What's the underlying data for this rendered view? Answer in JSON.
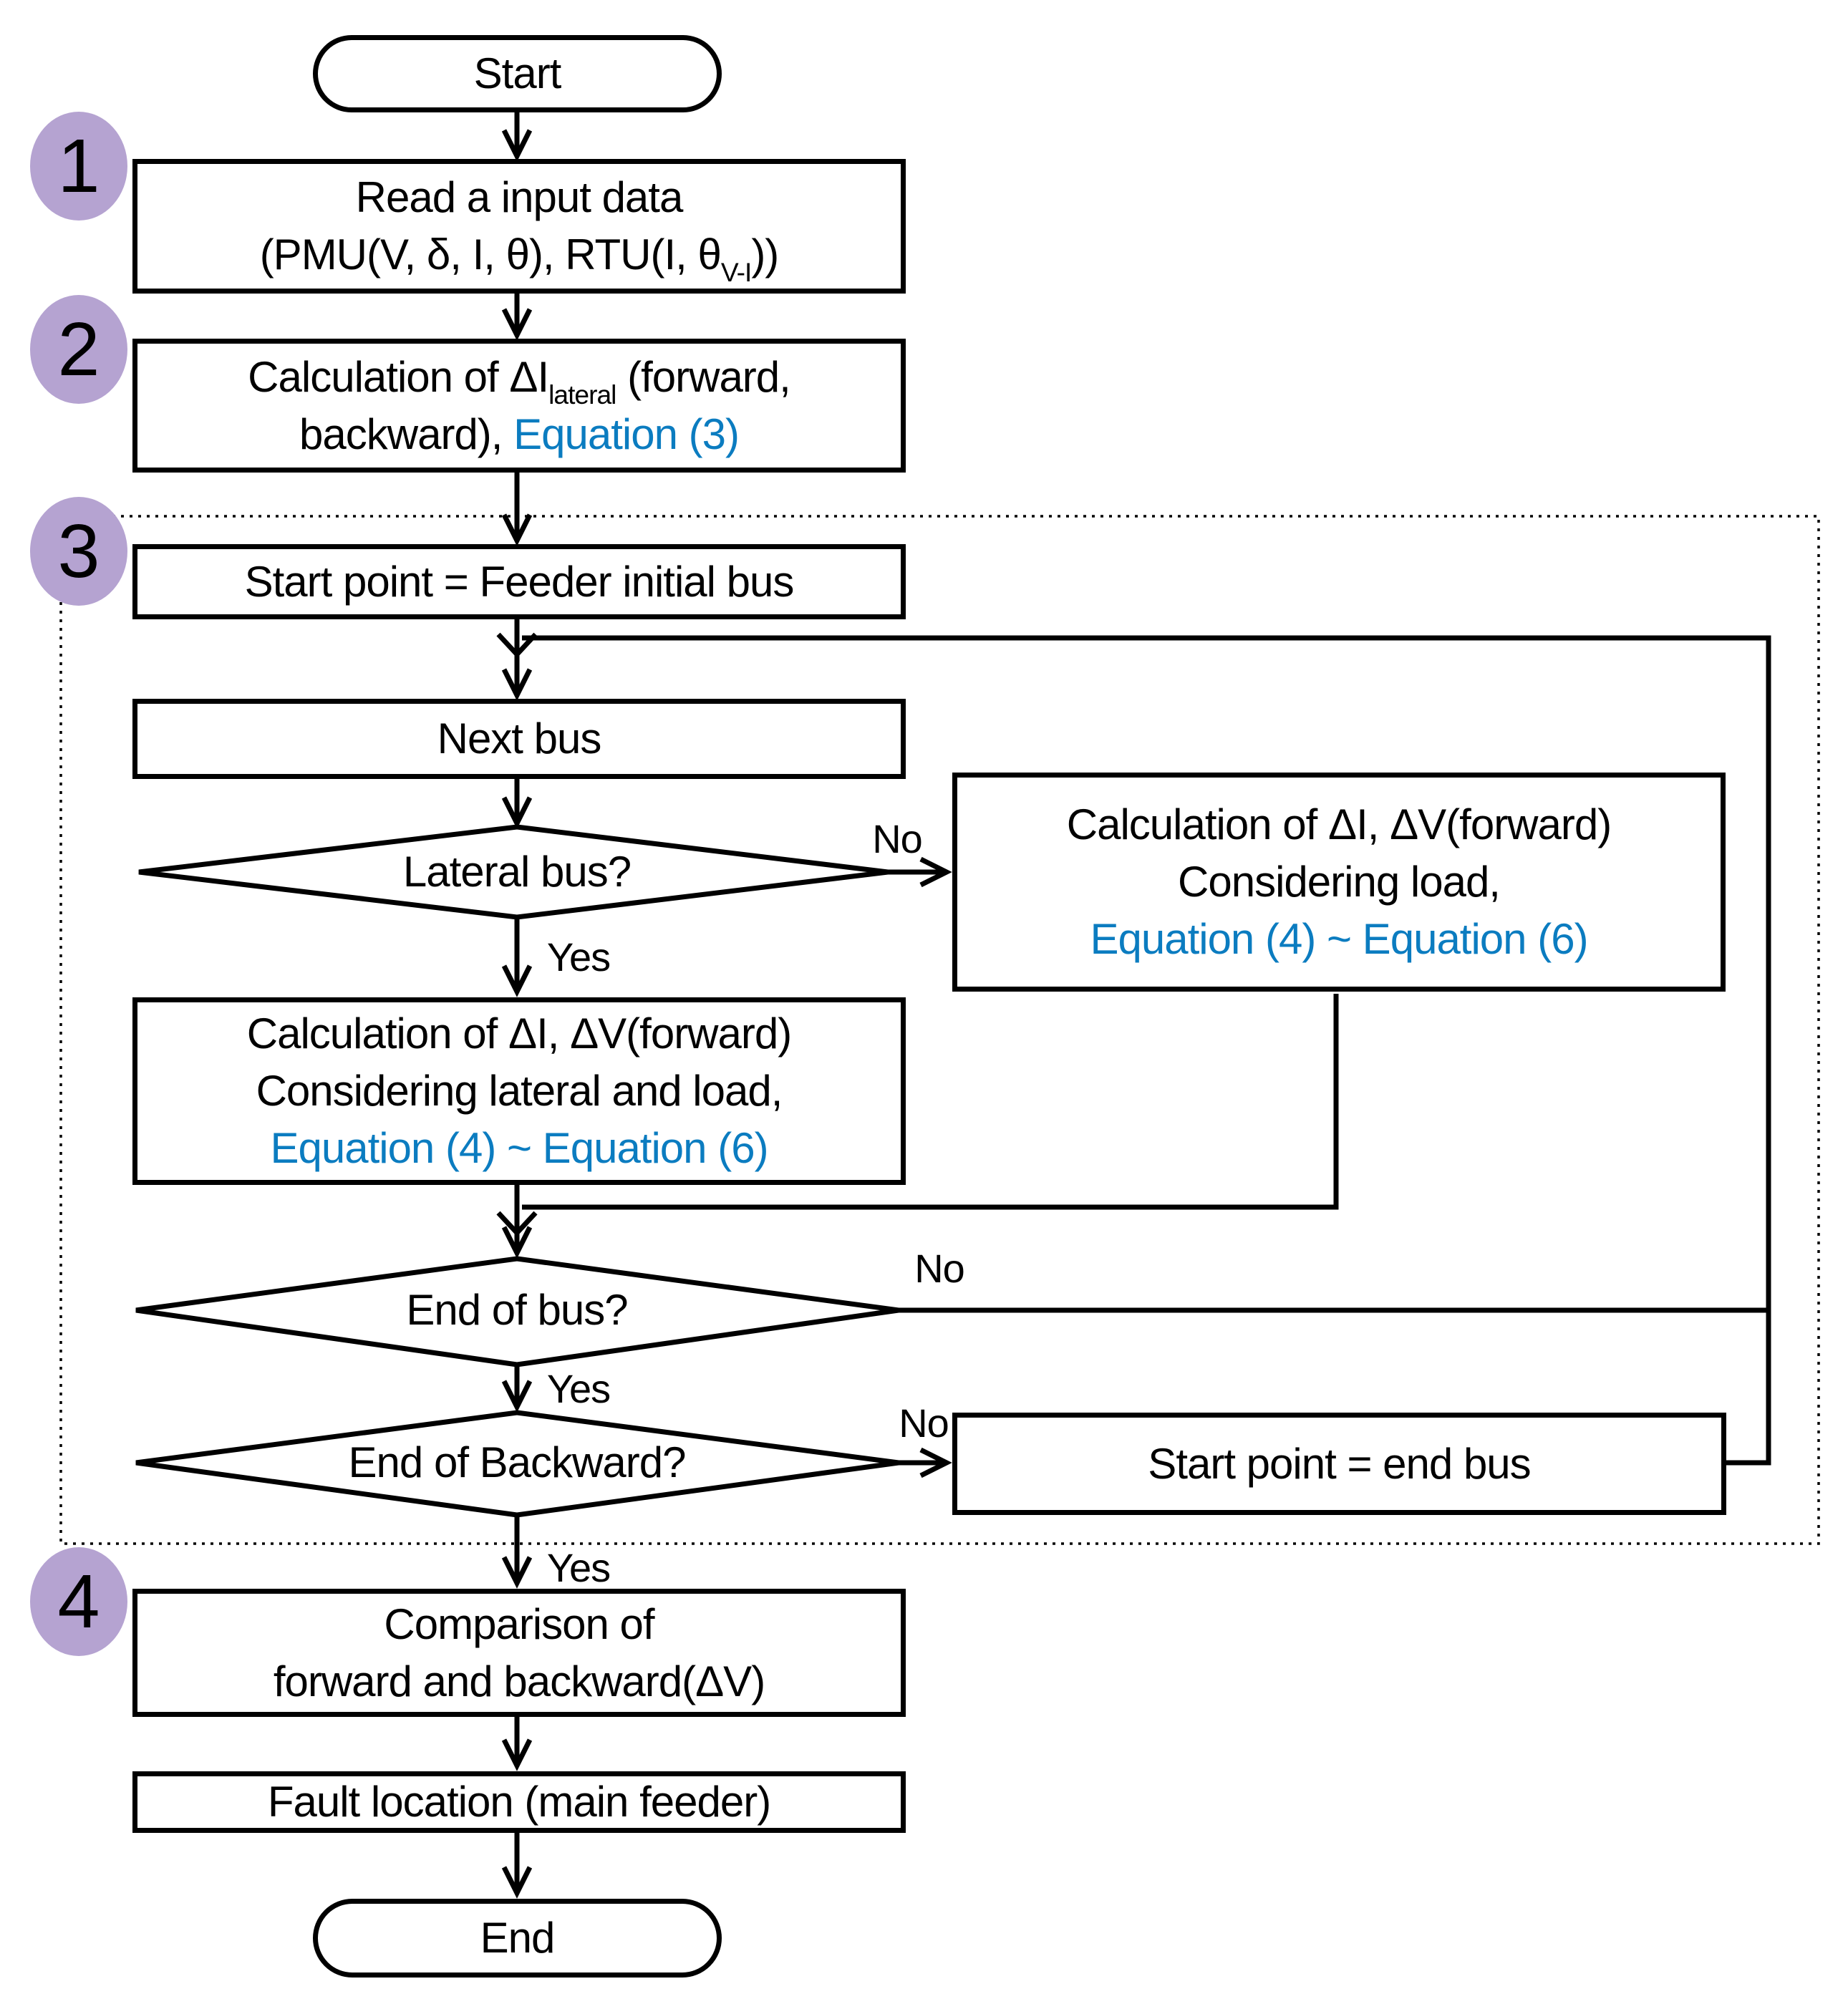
{
  "palette": {
    "accent_blue": "#0b7cc0",
    "badge_purple": "#b5a3d1",
    "line_black": "#000000",
    "background": "#ffffff"
  },
  "badges": [
    {
      "label": "1"
    },
    {
      "label": "2"
    },
    {
      "label": "3"
    },
    {
      "label": "4"
    }
  ],
  "nodes": {
    "start": {
      "label": "Start"
    },
    "read_input": {
      "line1": "Read a input data",
      "line2_pre": "(PMU(V, δ, I, θ), RTU(I, θ",
      "line2_sub": "V-I",
      "line2_post": "))"
    },
    "calc_lateral": {
      "line1_pre": "Calculation of ΔI",
      "line1_sub": "lateral",
      "line1_post": " (forward,",
      "line2_black": "backward), ",
      "line2_blue": "Equation (3)"
    },
    "start_point_feeder": {
      "label": "Start point = Feeder initial bus"
    },
    "next_bus": {
      "label": "Next bus"
    },
    "lateral_bus": {
      "label": "Lateral bus?",
      "yes": "Yes",
      "no": "No"
    },
    "calc_load": {
      "line1": "Calculation of ΔI, ΔV(forward)",
      "line2": "Considering load,",
      "line3": "Equation (4) ~ Equation (6)"
    },
    "calc_lateral_load": {
      "line1": "Calculation of ΔI, ΔV(forward)",
      "line2": "Considering lateral and load,",
      "line3": "Equation (4) ~ Equation (6)"
    },
    "end_of_bus": {
      "label": "End of bus?",
      "yes": "Yes",
      "no": "No"
    },
    "end_of_backward": {
      "label": "End of Backward?",
      "yes": "Yes",
      "no": "No"
    },
    "start_point_end": {
      "label": "Start point = end bus"
    },
    "comparison": {
      "line1": "Comparison of",
      "line2": "forward and backward(ΔV)"
    },
    "fault_location": {
      "label": "Fault location (main feeder)"
    },
    "end": {
      "label": "End"
    }
  }
}
